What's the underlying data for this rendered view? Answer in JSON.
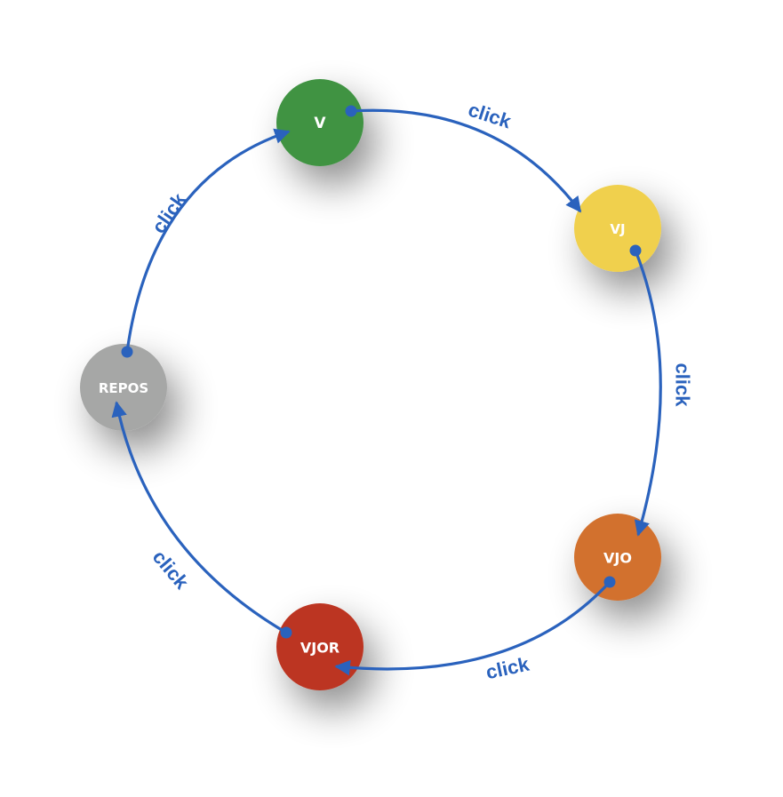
{
  "diagram": {
    "type": "state-cycle",
    "edge_color": "#2a62bd",
    "nodes": [
      {
        "id": "V",
        "label": "V",
        "color": "#3f9343"
      },
      {
        "id": "VJ",
        "label": "VJ",
        "color": "#f0d04e"
      },
      {
        "id": "VJO",
        "label": "VJO",
        "color": "#d2712f"
      },
      {
        "id": "VJOR",
        "label": "VJOR",
        "color": "#bc3420"
      },
      {
        "id": "REPOS",
        "label": "REPOS",
        "color": "#a6a7a6"
      }
    ],
    "edges": [
      {
        "from": "V",
        "to": "VJ",
        "label": "click"
      },
      {
        "from": "VJ",
        "to": "VJO",
        "label": "click"
      },
      {
        "from": "VJO",
        "to": "VJOR",
        "label": "click"
      },
      {
        "from": "VJOR",
        "to": "REPOS",
        "label": "click"
      },
      {
        "from": "REPOS",
        "to": "V",
        "label": "click"
      }
    ]
  }
}
